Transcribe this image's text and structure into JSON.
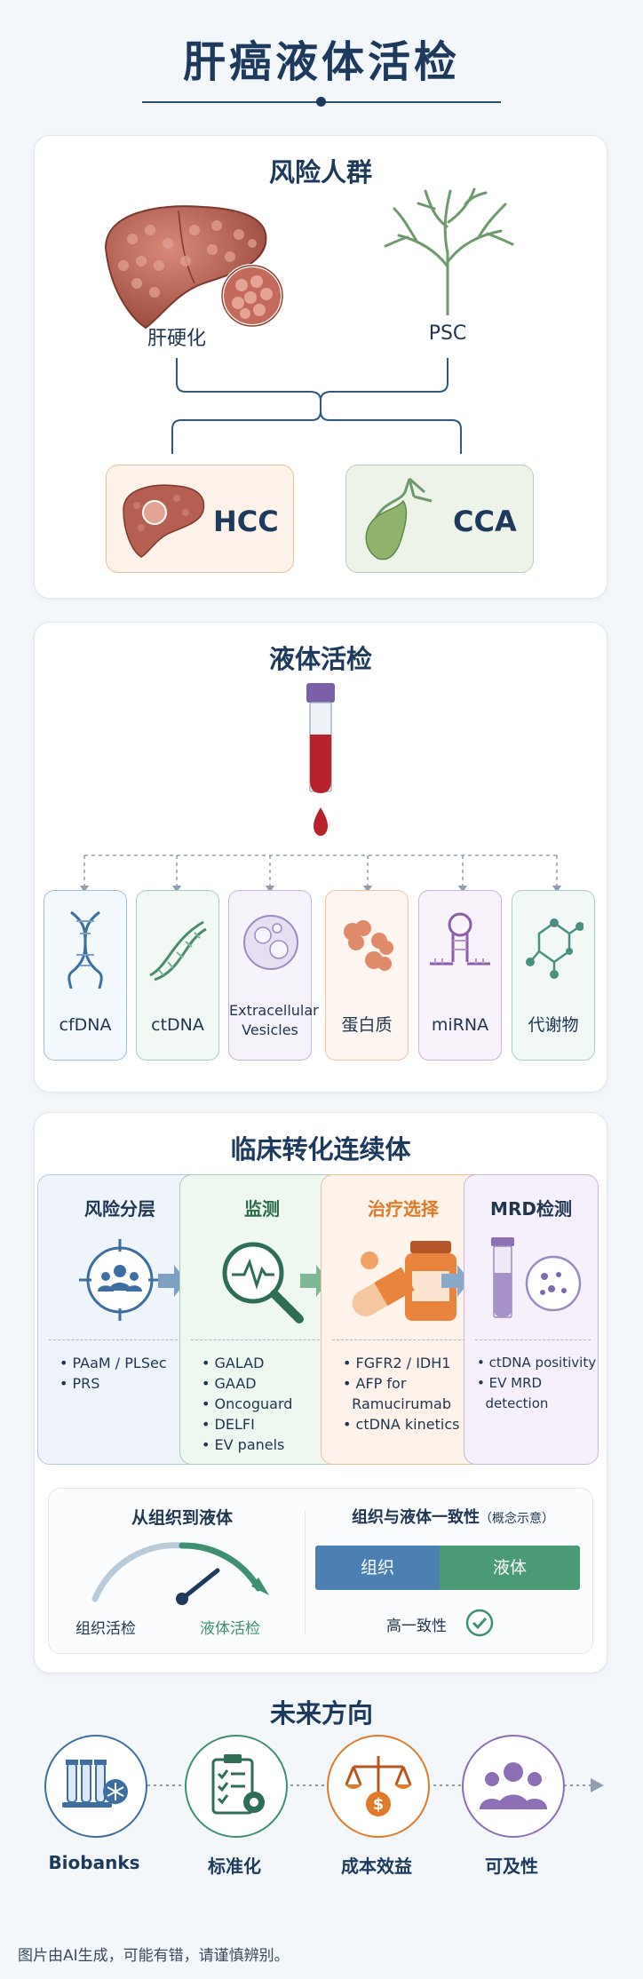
{
  "title": "肝癌液体活检",
  "risk": {
    "title": "风险人群",
    "cirrhosis": "肝硬化",
    "psc": "PSC",
    "hcc": "HCC",
    "cca": "CCA"
  },
  "biopsy": {
    "title": "液体活检",
    "items": [
      {
        "label": "cfDNA"
      },
      {
        "label": "ctDNA"
      },
      {
        "label1": "Extracellular",
        "label2": "Vesicles"
      },
      {
        "label": "蛋白质"
      },
      {
        "label": "miRNA"
      },
      {
        "label": "代谢物"
      }
    ]
  },
  "clinical": {
    "title": "临床转化连续体",
    "stages": [
      {
        "title": "风险分层",
        "items": [
          "• PAaM / PLSec",
          "• PRS"
        ]
      },
      {
        "title": "监测",
        "items": [
          "• GALAD",
          "• GAAD",
          "• Oncoguard",
          "• DELFI",
          "• EV panels"
        ]
      },
      {
        "title": "治疗选择",
        "items": [
          "• FGFR2 / IDH1",
          "• AFP for",
          "  Ramucirumab",
          "• ctDNA kinetics"
        ]
      },
      {
        "title": "MRD检测",
        "items": [
          "• ctDNA positivity",
          "• EV MRD",
          "  detection"
        ]
      }
    ],
    "tissue_to_liquid": {
      "title": "从组织到液体",
      "left": "组织活检",
      "right": "液体活检"
    },
    "concordance": {
      "title": "组织与液体一致性",
      "note": "（概念示意）",
      "left_bar": "组织",
      "right_bar": "液体",
      "result": "高一致性"
    }
  },
  "future": {
    "title": "未来方向",
    "items": [
      "Biobanks",
      "标准化",
      "成本效益",
      "可及性"
    ]
  },
  "footer": "图片由AI生成，可能有错，请谨慎辨别。",
  "colors": {
    "navy": "#1d3a5c",
    "hcc_orange": "#e79a55",
    "cca_green": "#7ea87a",
    "blood_red": "#b8232b",
    "stage_blue": "#5b8bb8",
    "stage_green": "#6aa583",
    "stage_orange": "#e7893a",
    "stage_purple": "#9a83c0"
  }
}
